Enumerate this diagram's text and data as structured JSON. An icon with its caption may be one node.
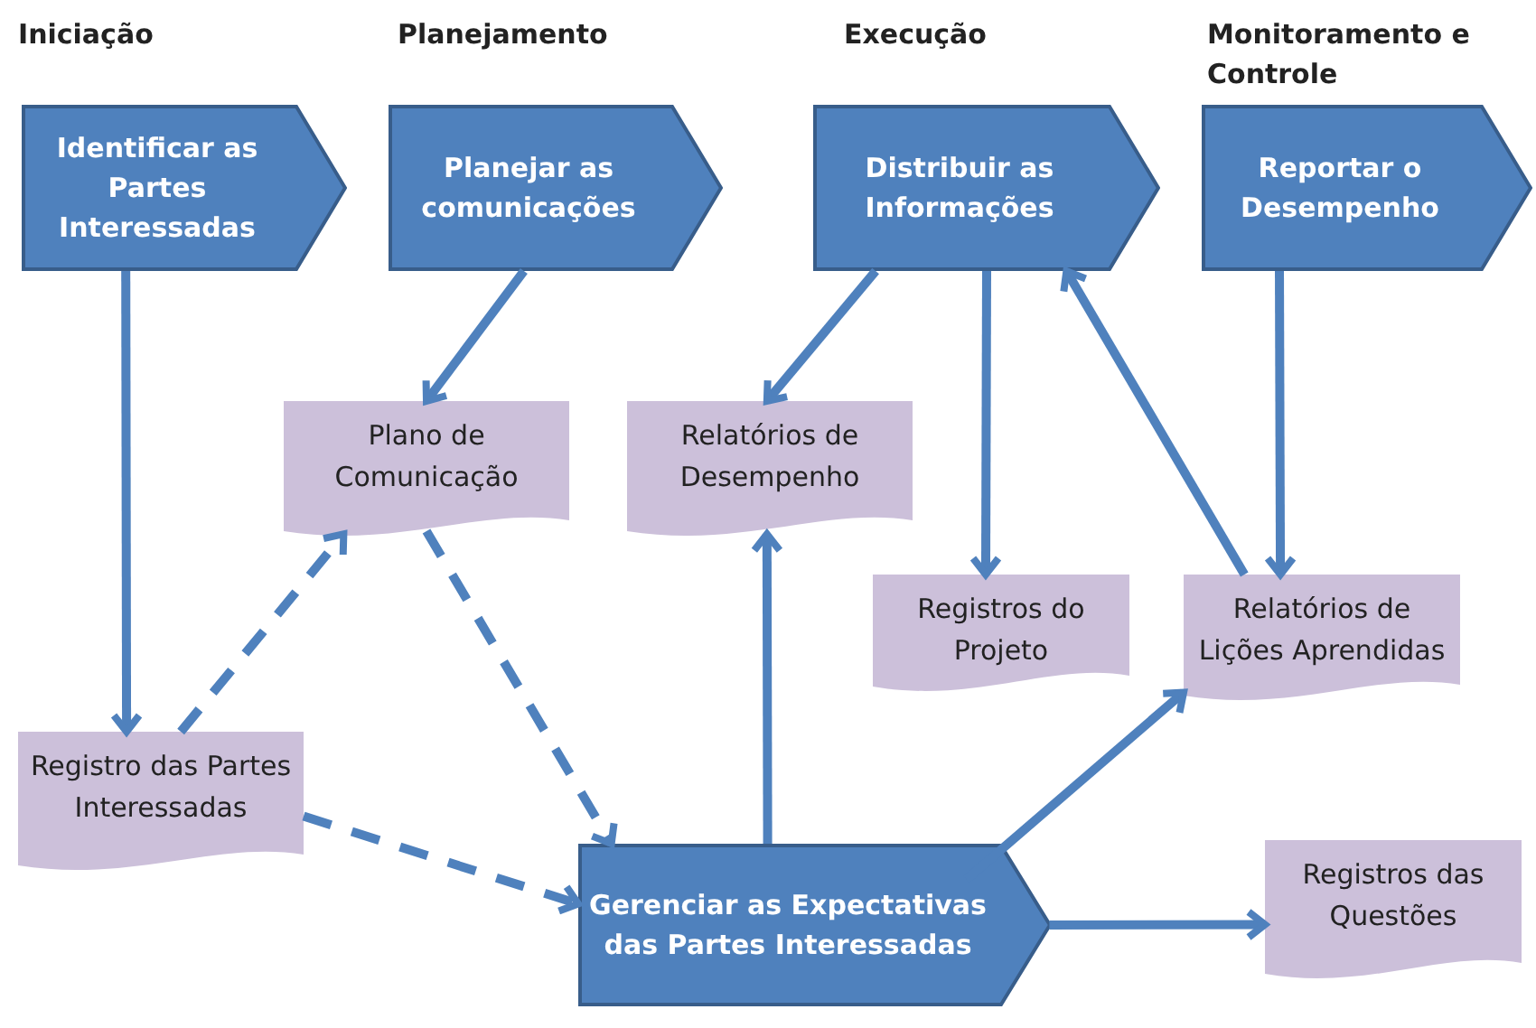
{
  "diagram": {
    "nodes": [
      {
        "text": [
          "Identificar as Partes Interessadas"
        ]
      },
      {
        "text": [
          "Planejar as comunicações"
        ]
      },
      {
        "text": [
          "Distribuir as Informações"
        ]
      },
      {
        "text": [
          "Reportar o Desempenho"
        ]
      },
      {
        "text": [
          "Plano de Comunicação"
        ]
      },
      {
        "text": [
          "Relatórios de Desempenho"
        ]
      },
      {
        "text": [
          "Registros do Projeto"
        ]
      },
      {
        "text": [
          "Relatórios de Lições Aprendidas"
        ]
      },
      {
        "text": [
          "Registro das Partes Interessadas"
        ]
      },
      {
        "text": [
          "Gerenciar as Expectativas das Partes Interessadas"
        ]
      },
      {
        "text": [
          "Registros das Questões"
        ]
      }
    ],
    "edges": [
      {
        "from": 0,
        "to": 8,
        "arrow": "to"
      },
      {
        "from": 1,
        "to": 4,
        "arrow": "to"
      },
      {
        "from": 2,
        "to": 5,
        "arrow": "to"
      },
      {
        "from": 2,
        "to": 6,
        "arrow": "to"
      },
      {
        "from": 3,
        "to": 7,
        "arrow": "to"
      },
      {
        "from": 7,
        "to": 2,
        "arrow": "to"
      },
      {
        "from": 8,
        "to": 4,
        "arrow": "to",
        "style": "dashed"
      },
      {
        "from": 4,
        "to": 9,
        "arrow": "to",
        "style": "dashed"
      },
      {
        "from": 8,
        "to": 9,
        "arrow": "to",
        "style": "dashed"
      },
      {
        "from": 9,
        "to": 5,
        "arrow": "to"
      },
      {
        "from": 9,
        "to": 7,
        "arrow": "to"
      },
      {
        "from": 9,
        "to": 10,
        "arrow": "to"
      }
    ],
    "labels": [
      "Iniciação",
      "Planejamento",
      "Execução",
      "Monitoramento e Controle"
    ]
  }
}
